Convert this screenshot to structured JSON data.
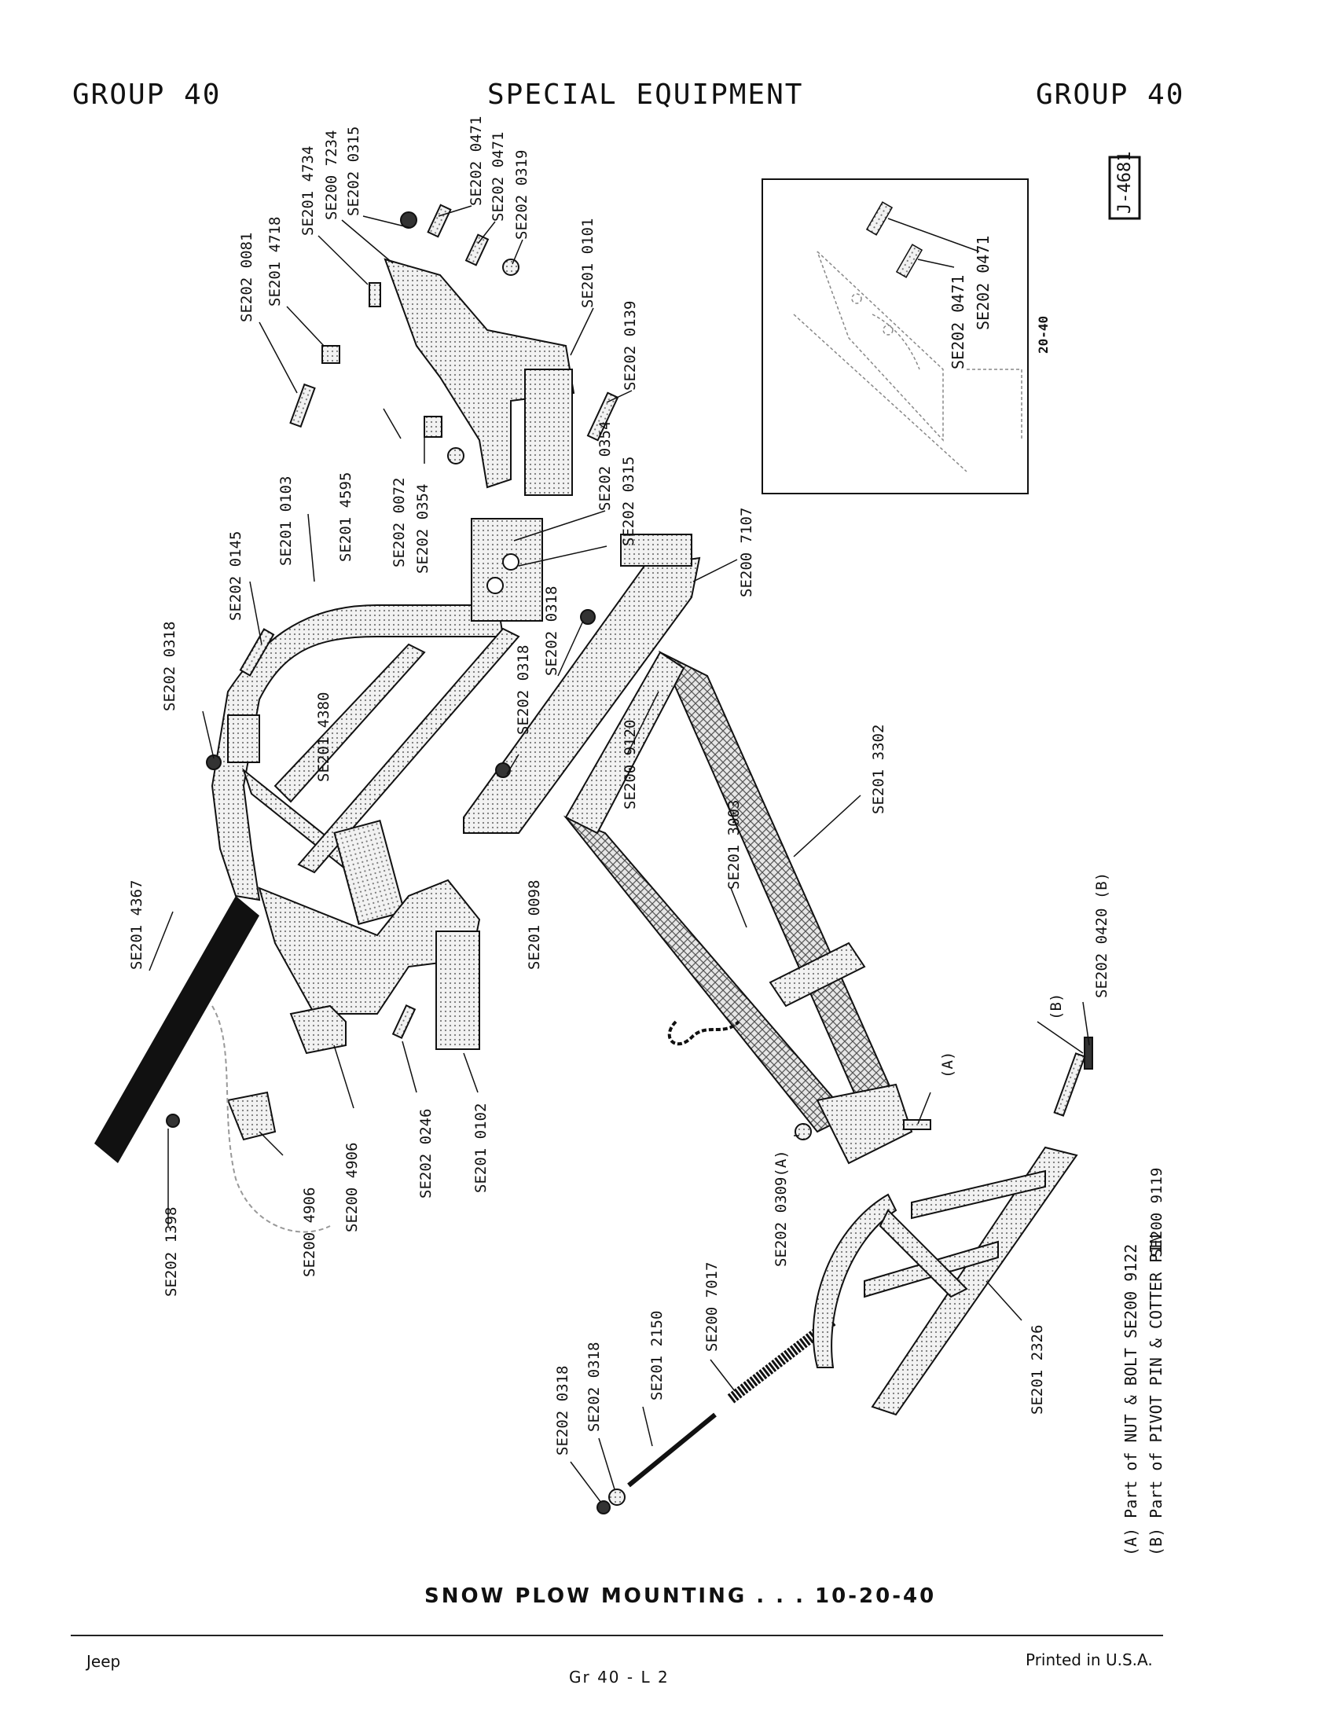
{
  "header": {
    "left": "GROUP 40",
    "center": "SPECIAL EQUIPMENT",
    "right": "GROUP 40"
  },
  "figure_id": "J-4681",
  "inset": {
    "label": "20-40",
    "parts": [
      "SE202 0471",
      "SE202 0471"
    ]
  },
  "parts": {
    "p_0081": "SE202 0081",
    "p_4718": "SE201 4718",
    "p_4734": "SE201 4734",
    "p_7234": "SE200 7234",
    "p_0315a": "SE202 0315",
    "p_0471a": "SE202 0471",
    "p_0471b": "SE202 0471",
    "p_0319": "SE202 0319",
    "p_0101": "SE201 0101",
    "p_0139": "SE202 0139",
    "p_0354a": "SE202 0354",
    "p_0315b": "SE202 0315",
    "p_4595": "SE201 4595",
    "p_0072": "SE202 0072",
    "p_0354b": "SE202 0354",
    "p_0103": "SE201 0103",
    "p_0145": "SE202 0145",
    "p_0318a": "SE202 0318",
    "p_4380": "SE201 4380",
    "p_0318b": "SE202 0318",
    "p_0318c": "SE202 0318",
    "p_7107": "SE200 7107",
    "p_9120": "SE200 9120",
    "p_3302": "SE201 3302",
    "p_3003": "SE201 3003",
    "p_0098": "SE201 0098",
    "p_4367": "SE201 4367",
    "p_1398": "SE202 1398",
    "p_4906a": "SE200 4906",
    "p_4906b": "SE200 4906",
    "p_0246": "SE202 0246",
    "p_0102": "SE201 0102",
    "p_0309": "SE202 0309(A)",
    "p_A": "(A)",
    "p_B": "(B)",
    "p_0420": "SE202 0420 (B)",
    "p_7017": "SE200 7017",
    "p_2150": "SE201 2150",
    "p_0318d": "SE202 0318",
    "p_0318e": "SE202 0318",
    "p_2326": "SE201 2326",
    "p_9119": "SE200 9119"
  },
  "notes": {
    "a": "(A) Part of NUT & BOLT SE200 9122",
    "b": "(B) Part of PIVOT PIN & COTTER PIN"
  },
  "caption": "SNOW PLOW MOUNTING . . . 10-20-40",
  "footer": {
    "left": "Jeep",
    "center": "Gr 40 - L 2",
    "right": "Printed in U.S.A."
  }
}
